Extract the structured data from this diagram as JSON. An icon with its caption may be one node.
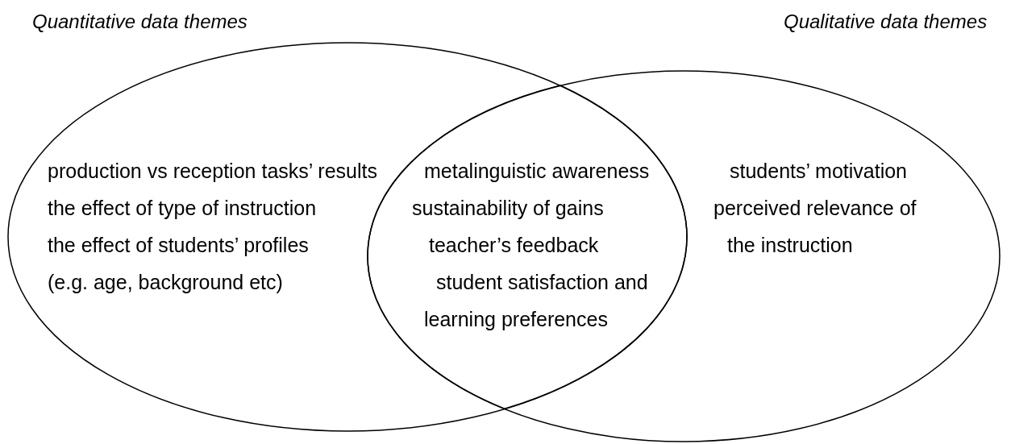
{
  "diagram": {
    "nodes": [
      {
        "text": [
          "Quantitative data themes",
          "production vs reception tasks’ results",
          "the effect of type of instruction",
          "the effect of students’ profiles (e.g. age, background etc)"
        ]
      },
      {
        "text": [
          "Qualitative data themes",
          "students’ motivation",
          "perceived relevance of the instruction"
        ]
      },
      {
        "text": [
          "metalinguistic awareness",
          "sustainability of gains",
          "teacher’s feedback",
          "student satisfaction and learning preferences"
        ]
      }
    ]
  }
}
